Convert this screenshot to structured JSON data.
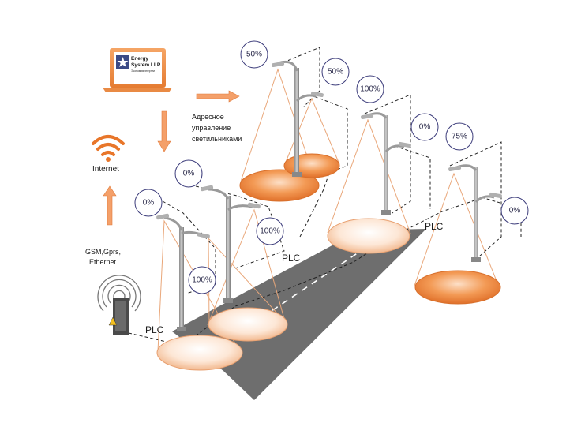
{
  "laptop": {
    "brand_line1": "Energy",
    "brand_line2": "System LLP",
    "brand_tagline": "Экономия энергии"
  },
  "labels": {
    "internet": "Internet",
    "gsm": [
      "GSM,Gprs,",
      "Ethernet"
    ],
    "address_control": [
      "Адресное",
      "управление",
      "светильниками"
    ],
    "plc_1": "PLC",
    "plc_2": "PLC",
    "plc_3": "PLC"
  },
  "badges": [
    "50%",
    "50%",
    "100%",
    "0%",
    "75%",
    "0%",
    "0%",
    "0%",
    "100%",
    "100%"
  ],
  "colors": {
    "accent": "#e87a2a",
    "arrow": "#f4a06a",
    "road": "#6e6e6e",
    "badge_border": "#3b3b7a",
    "cone_line": "#e9a77a"
  },
  "icons": {
    "wifi": "wifi-icon",
    "tower": "signal-tower-icon",
    "star": "star-logo-icon"
  }
}
